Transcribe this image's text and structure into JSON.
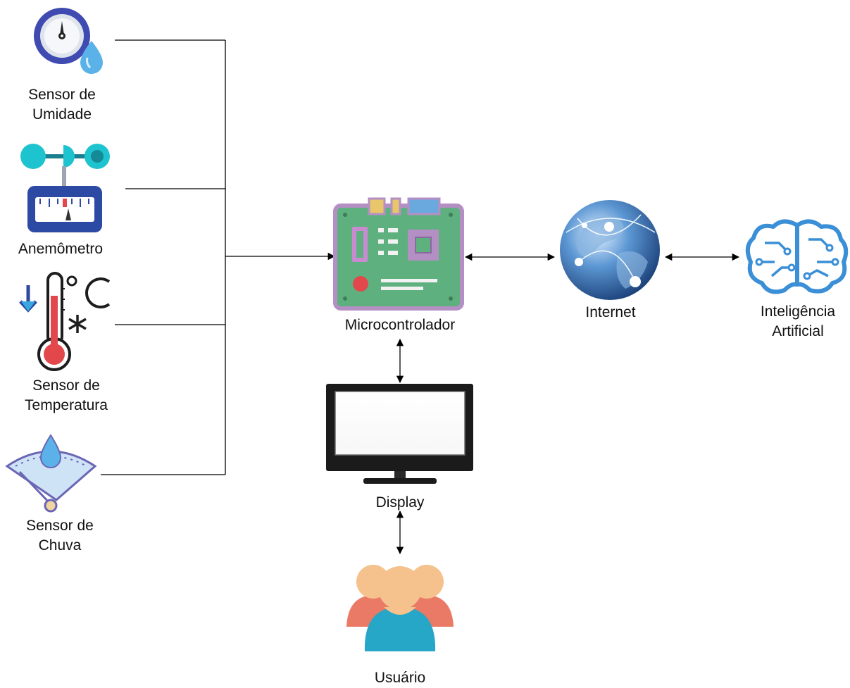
{
  "sensors": {
    "humidity": {
      "line1": "Sensor de",
      "line2": "Umidade"
    },
    "anemometer": {
      "line1": "Anemômetro"
    },
    "temperature": {
      "line1": "Sensor de",
      "line2": "Temperatura"
    },
    "rain": {
      "line1": "Sensor de",
      "line2": "Chuva"
    }
  },
  "microcontroller": {
    "label": "Microcontrolador"
  },
  "internet": {
    "label": "Internet"
  },
  "ai": {
    "line1": "Inteligência",
    "line2": "Artificial"
  },
  "display": {
    "label": "Display"
  },
  "user": {
    "label": "Usuário"
  },
  "colors": {
    "board_green": "#5fb07f",
    "board_border": "#b48fc4",
    "globe_blue": "#2a5d9a",
    "brain_blue": "#3a8fd6",
    "teal": "#1fb5c9",
    "navy": "#2b4aa0",
    "thermo_red": "#e2474b",
    "user_skin": "#f5c28d",
    "user_shirt": "#26a7c7",
    "user_side": "#ea7a66"
  }
}
